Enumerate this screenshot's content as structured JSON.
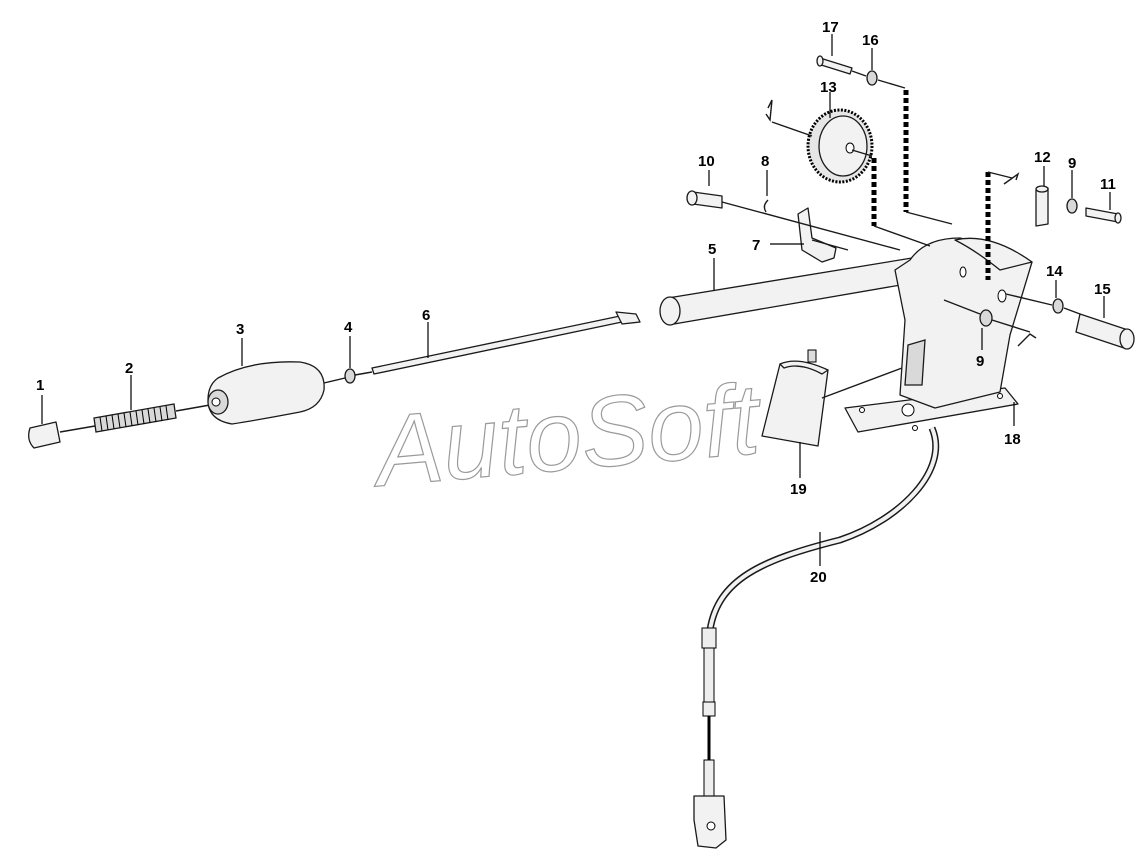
{
  "watermark": "AutoSoft",
  "callouts": {
    "c1": "1",
    "c2": "2",
    "c3": "3",
    "c4": "4",
    "c5": "5",
    "c6": "6",
    "c7": "7",
    "c8": "8",
    "c9a": "9",
    "c9b": "9",
    "c10": "10",
    "c11": "11",
    "c12": "12",
    "c13": "13",
    "c14": "14",
    "c15": "15",
    "c16": "16",
    "c17": "17",
    "c18": "18",
    "c19": "19",
    "c20": "20"
  }
}
